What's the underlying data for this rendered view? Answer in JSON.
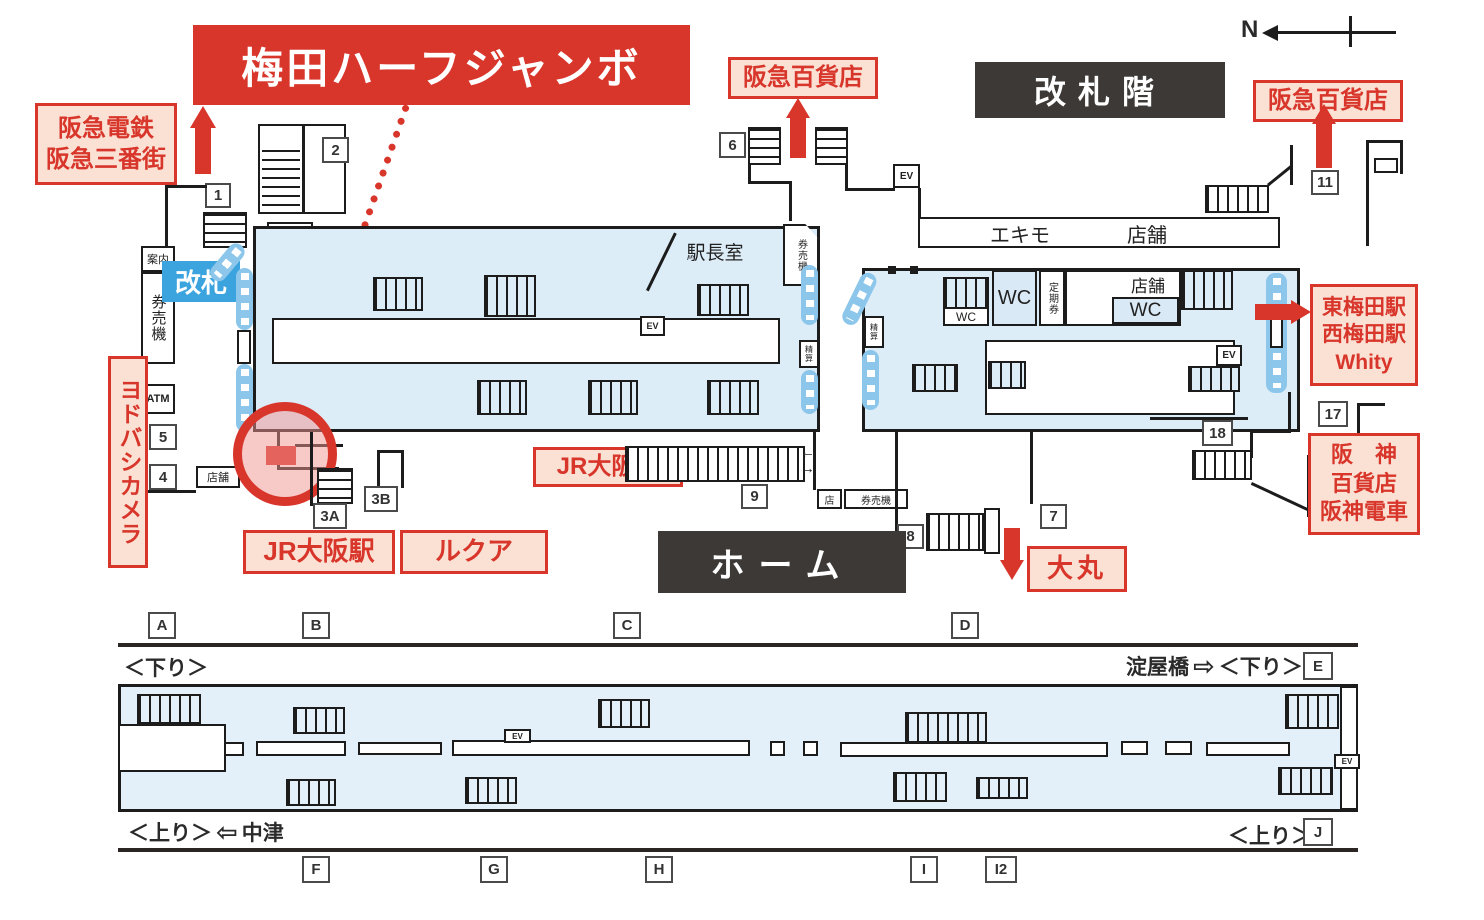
{
  "title": "梅田ハーフジャンボ",
  "compass": {
    "north": "N"
  },
  "banners": {
    "concourse_floor": "改札階",
    "platform": "ホーム"
  },
  "landmarks": {
    "hankyu_railway_line1": "阪急電鉄",
    "hankyu_railway_line2": "阪急三番街",
    "hankyu_dept_top": "阪急百貨店",
    "hankyu_dept_right": "阪急百貨店",
    "yodobashi": "ヨドバシカメラ",
    "jr_osaka_west": "JR大阪駅",
    "jr_osaka_south": "JR大阪駅",
    "lucua": "ルクア",
    "daimaru": "大丸",
    "east_umeda_line1": "東梅田駅",
    "east_umeda_line2": "西梅田駅",
    "east_umeda_line3": "Whity",
    "hanshin_line1": "阪　神",
    "hanshin_line2": "百貨店",
    "hanshin_line3": "阪神電車"
  },
  "facilities": {
    "ticket_gate": "改札",
    "information": "案内",
    "ticket_machines": "券売機",
    "atm": "ATM",
    "wc": "WC",
    "ev": "EV",
    "station_master_office": "駅長室",
    "ekimo": "エキモ",
    "shops": "店舗",
    "commuter_pass": "定期券",
    "fare_adjustment": "精算",
    "shop_short": "店"
  },
  "position_numbers": {
    "n1": "1",
    "n2": "2",
    "n3a": "3A",
    "n3b": "3B",
    "n4": "4",
    "n5": "5",
    "n6": "6",
    "n7": "7",
    "n8": "8",
    "n9": "9",
    "n11": "11",
    "n17": "17",
    "n18": "18"
  },
  "platform_positions": {
    "a": "A",
    "b": "B",
    "c": "C",
    "d": "D",
    "e": "E",
    "f": "F",
    "g": "G",
    "h": "H",
    "i": "I",
    "i2": "I2",
    "j": "J"
  },
  "directions": {
    "down_line": "＜下り＞",
    "up_line": "＜上り＞",
    "yodoyabashi": "淀屋橋",
    "nakatsu": "中津",
    "hollow_left_arrow": "⇦",
    "hollow_right_arrow": "⇨",
    "mini_left_arrow": "←",
    "mini_right_arrow": "→"
  },
  "colors": {
    "accent_red": "#d8352b",
    "pink_bg": "#fae1d3",
    "map_blue": "#ddedf8",
    "gate_blue": "#8cc6eb",
    "label_blue": "#3ba3de",
    "dark_banner": "#3c3937"
  }
}
